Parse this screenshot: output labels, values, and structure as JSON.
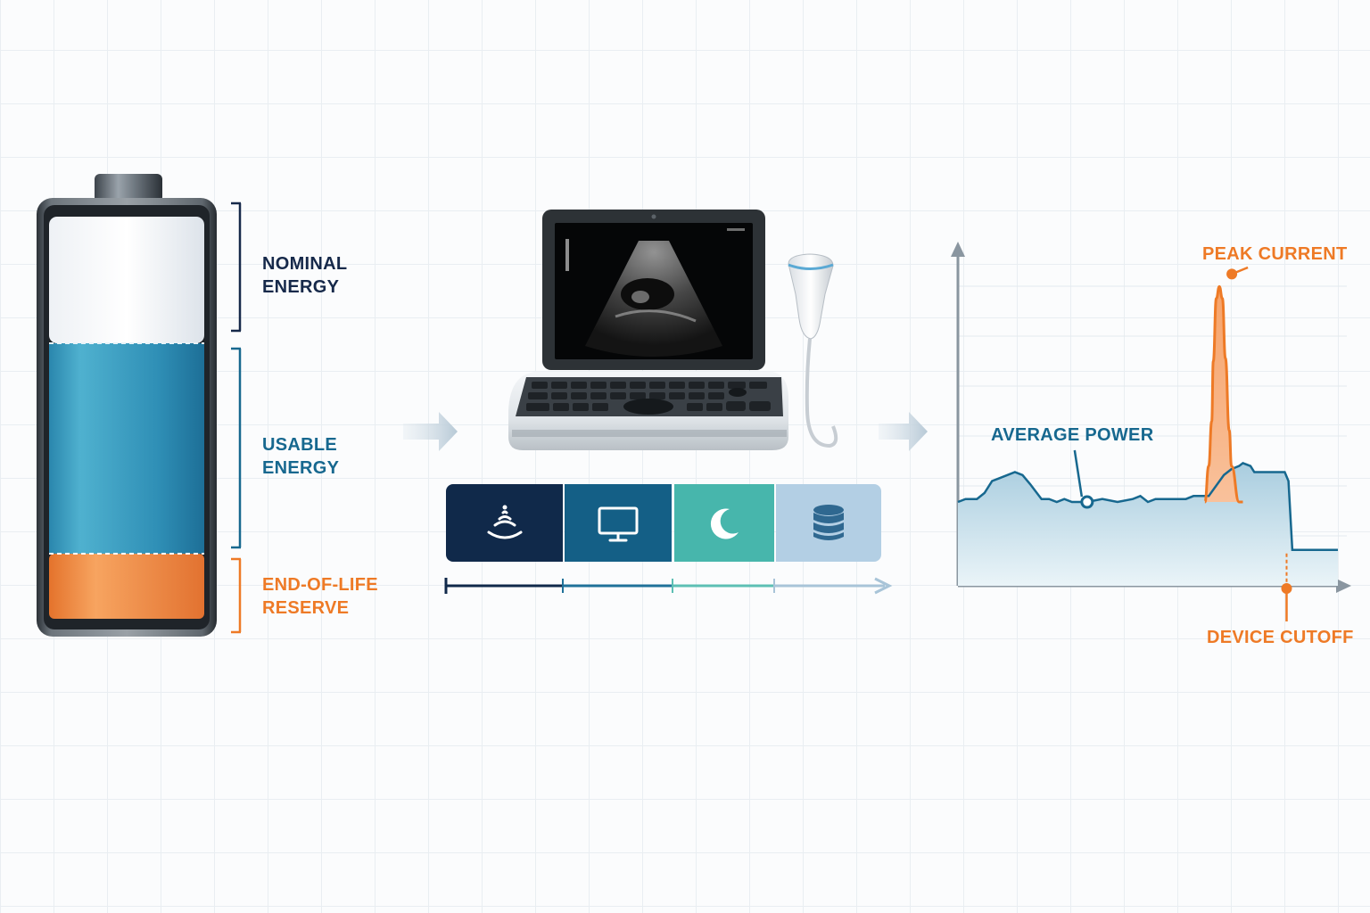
{
  "battery": {
    "segments": [
      {
        "id": "nominal",
        "label_lines": [
          "NOMINAL",
          "ENERGY"
        ],
        "color": "#16294a"
      },
      {
        "id": "usable",
        "label_lines": [
          "USABLE",
          "ENERGY"
        ],
        "color": "#17688f"
      },
      {
        "id": "reserve",
        "label_lines": [
          "END-OF-LIFE",
          "RESERVE"
        ],
        "color": "#ee7a26"
      }
    ]
  },
  "device": {
    "name": "portable-ultrasound-system",
    "modes": [
      {
        "icon": "ultrasound-wave-icon",
        "color": "#10294a"
      },
      {
        "icon": "monitor-icon",
        "color": "#145f86"
      },
      {
        "icon": "moon-icon",
        "color": "#47b6ac"
      },
      {
        "icon": "database-icon",
        "color": "#b3cfe4"
      }
    ]
  },
  "chart": {
    "annotations": {
      "peak_current": "PEAK CURRENT",
      "average_power": "AVERAGE POWER",
      "device_cutoff": "DEVICE CUTOFF"
    },
    "colors": {
      "average": "#17688f",
      "peak": "#ee7a26",
      "fill": "#b8d6e4"
    }
  },
  "chart_data": {
    "type": "area",
    "title": "",
    "xlabel": "",
    "ylabel": "",
    "series": [
      {
        "name": "AVERAGE POWER",
        "x": [
          0,
          2,
          5,
          7,
          9,
          11,
          15,
          17,
          19,
          22,
          24,
          26,
          28,
          30,
          34,
          38,
          42,
          46,
          48,
          50,
          52,
          54,
          58,
          60,
          62,
          66,
          70,
          72,
          74,
          75,
          77,
          78,
          82,
          86,
          87,
          88,
          92,
          100
        ],
        "y": [
          0.28,
          0.29,
          0.29,
          0.31,
          0.35,
          0.36,
          0.38,
          0.37,
          0.34,
          0.29,
          0.29,
          0.28,
          0.29,
          0.28,
          0.28,
          0.29,
          0.28,
          0.29,
          0.3,
          0.28,
          0.29,
          0.29,
          0.29,
          0.29,
          0.3,
          0.3,
          0.37,
          0.39,
          0.4,
          0.41,
          0.4,
          0.38,
          0.38,
          0.38,
          0.35,
          0.12,
          0.12,
          0.12
        ]
      },
      {
        "name": "PEAK CURRENT",
        "x": [
          65,
          66,
          66.8,
          67.2,
          68,
          68.8,
          69.6,
          70.4,
          71.4,
          72,
          74,
          75
        ],
        "y": [
          0.28,
          0.4,
          0.55,
          0.75,
          0.96,
          1.0,
          0.96,
          0.76,
          0.52,
          0.4,
          0.28,
          0.28
        ]
      }
    ],
    "markers": [
      {
        "label": "AVERAGE POWER",
        "x": 34,
        "y": 0.28
      },
      {
        "label": "PEAK CURRENT",
        "x": 68.8,
        "y": 1.0
      },
      {
        "label": "DEVICE CUTOFF",
        "x": 86.5,
        "y": 0
      }
    ],
    "ylim": [
      0,
      1.15
    ],
    "xlim": [
      0,
      100
    ],
    "grid": true
  }
}
